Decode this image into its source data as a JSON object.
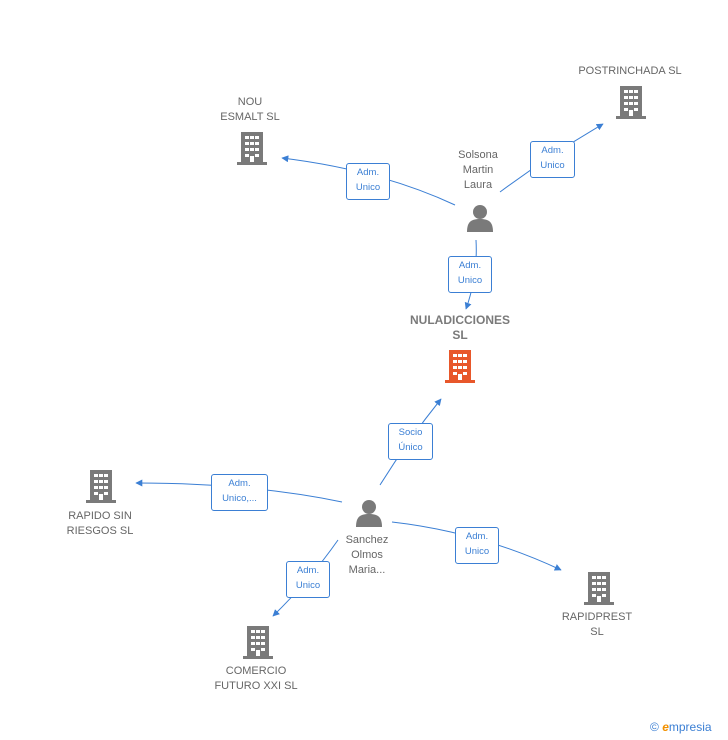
{
  "nodes": {
    "nuladicciones": {
      "label_1": "NULADICCIONES",
      "label_2": "SL",
      "color": "#e8572a"
    },
    "nou_esmalt": {
      "label_1": "NOU",
      "label_2": "ESMALT SL"
    },
    "postrinchada": {
      "label_1": "POSTRINCHADA SL"
    },
    "rapido": {
      "label_1": "RAPIDO SIN",
      "label_2": "RIESGOS  SL"
    },
    "comercio": {
      "label_1": "COMERCIO",
      "label_2": "FUTURO XXI SL"
    },
    "rapidprest": {
      "label_1": "RAPIDPREST",
      "label_2": "SL"
    },
    "solsona": {
      "label_1": "Solsona",
      "label_2": "Martin",
      "label_3": "Laura"
    },
    "sanchez": {
      "label_1": "Sanchez",
      "label_2": "Olmos",
      "label_3": "Maria..."
    }
  },
  "edges": {
    "e1": {
      "line_1": "Adm.",
      "line_2": "Unico"
    },
    "e2": {
      "line_1": "Adm.",
      "line_2": "Unico"
    },
    "e3": {
      "line_1": "Adm.",
      "line_2": "Unico"
    },
    "e4": {
      "line_1": "Socio",
      "line_2": "Único"
    },
    "e5": {
      "line_1": "Adm.",
      "line_2": "Unico,..."
    },
    "e6": {
      "line_1": "Adm.",
      "line_2": "Unico"
    },
    "e7": {
      "line_1": "Adm.",
      "line_2": "Unico"
    }
  },
  "colors": {
    "edge": "#3b7fd4",
    "building": "#7a7a7a",
    "person": "#7a7a7a",
    "highlight": "#e8572a"
  },
  "footer": {
    "copyright": "©",
    "brand_e": "e",
    "brand_rest": "mpresia"
  }
}
